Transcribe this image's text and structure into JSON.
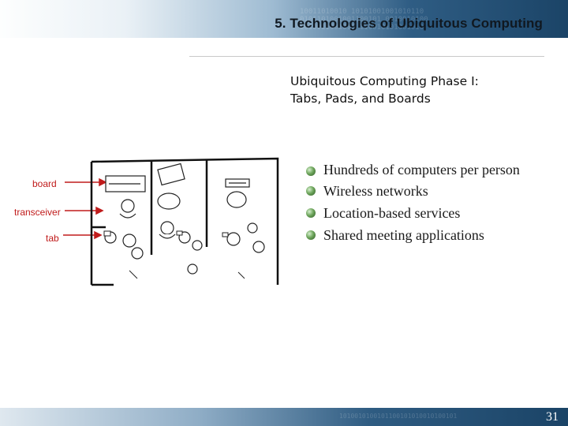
{
  "header": {
    "title": "5.   Technologies of Ubiquitous Computing"
  },
  "subtitle": {
    "line1": "Ubiquitous Computing Phase I:",
    "line2": "Tabs, Pads, and Boards"
  },
  "diagram": {
    "labels": {
      "board": "board",
      "transceiver": "transceiver",
      "tab": "tab"
    }
  },
  "bullets": [
    "Hundreds of computers per person",
    "Wireless networks",
    "Location-based services",
    "Shared meeting applications"
  ],
  "footer": {
    "page_number": "31"
  },
  "colors": {
    "accent": "#1b4467",
    "label_red": "#c01b1b",
    "bullet_green": "#4f8a3f"
  }
}
